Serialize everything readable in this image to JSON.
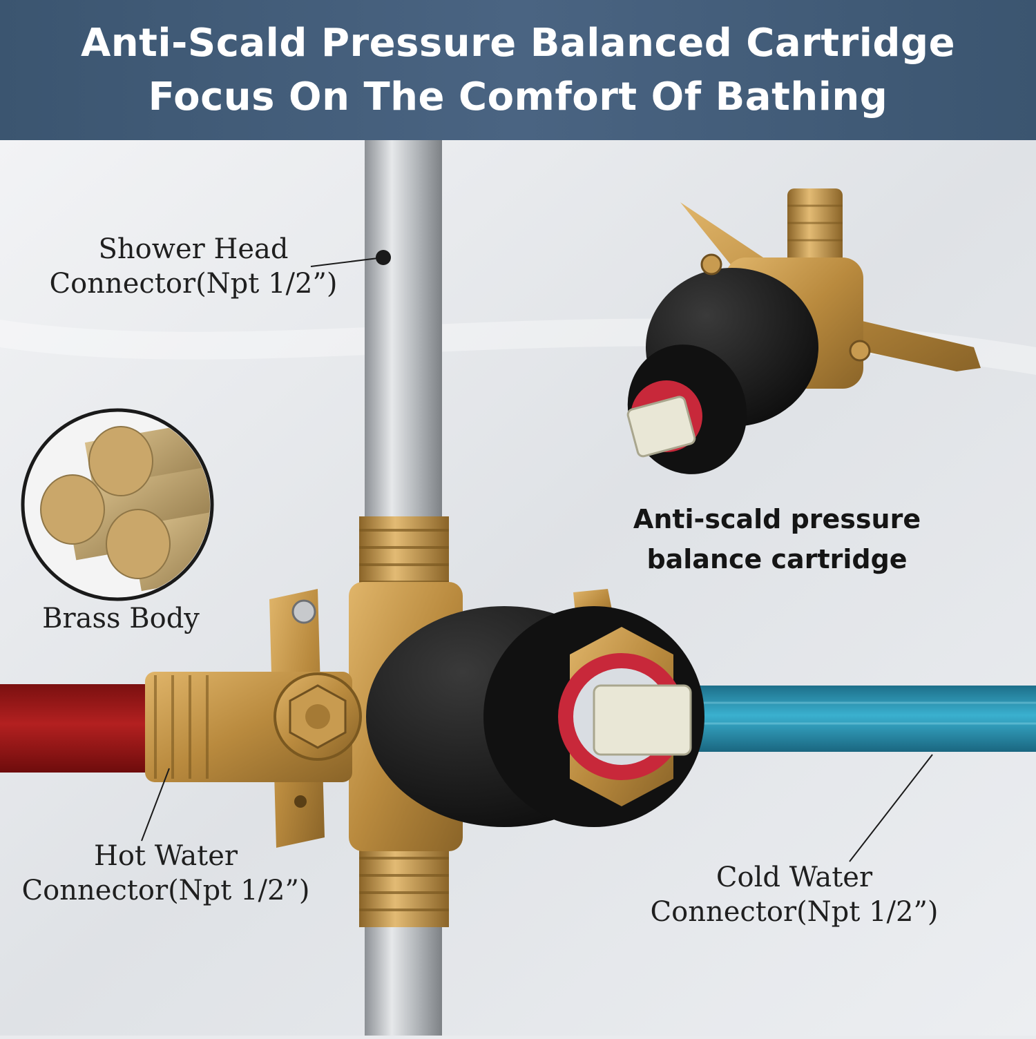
{
  "banner": {
    "line1": "Anti-Scald Pressure Balanced Cartridge",
    "line2": "Focus On The Comfort Of Bathing",
    "background": "#435d7a"
  },
  "callouts": {
    "shower_head": {
      "line1": "Shower Head",
      "line2": "Connector(Npt 1/2”)"
    },
    "brass_body": {
      "label": "Brass Body"
    },
    "cartridge": {
      "line1": "Anti-scald pressure",
      "line2": "balance cartridge"
    },
    "hot_water": {
      "line1": "Hot Water",
      "line2": "Connector(Npt 1/2”)",
      "pipe_color": "#a61c1c"
    },
    "cold_water": {
      "line1": "Cold Water",
      "line2": "Connector(Npt 1/2”)",
      "pipe_color": "#2f98b8"
    }
  },
  "colors": {
    "brass": "#b98a3e",
    "cartridge_black": "#151515",
    "pipe_silver": "#b9bcc0"
  }
}
